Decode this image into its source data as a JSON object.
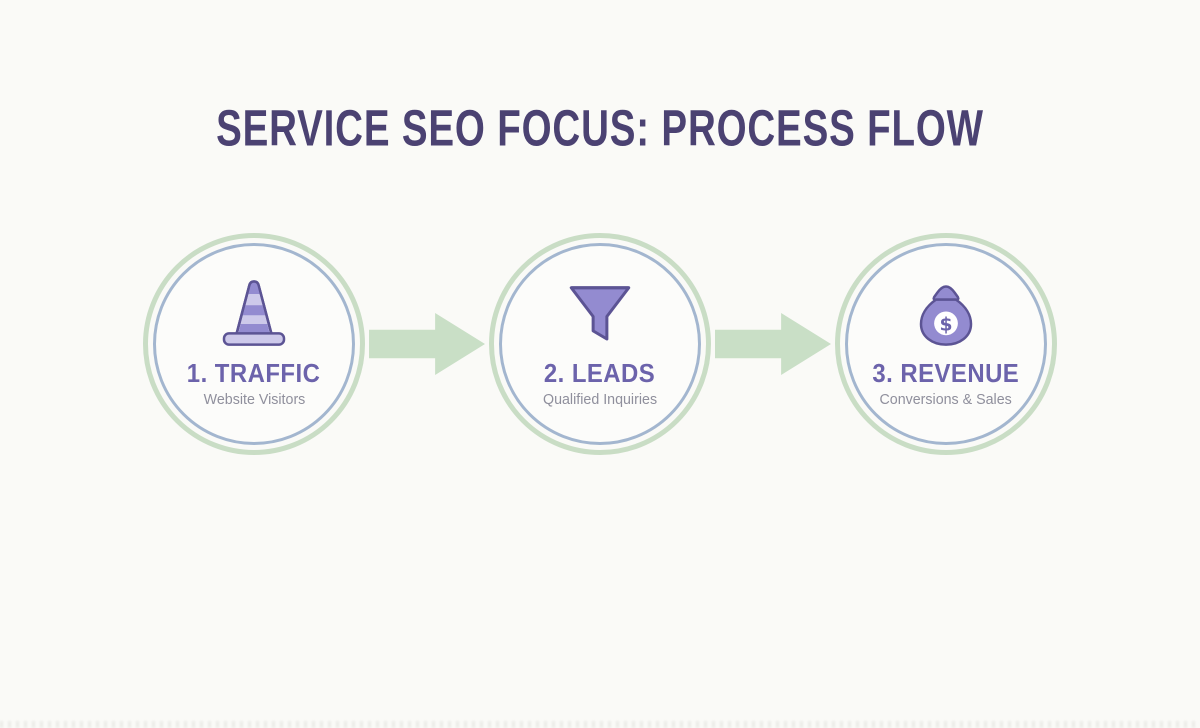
{
  "page": {
    "title": "SERVICE SEO FOCUS: PROCESS FLOW"
  },
  "steps": [
    {
      "label": "1. TRAFFIC",
      "sublabel": "Website Visitors",
      "icon": "traffic-cone-icon"
    },
    {
      "label": "2. LEADS",
      "sublabel": "Qualified Inquiries",
      "icon": "funnel-icon"
    },
    {
      "label": "3. REVENUE",
      "sublabel": "Conversions & Sales",
      "icon": "money-bag-icon"
    }
  ],
  "colors": {
    "background": "#fafaf7",
    "title_color": "#4b4272",
    "step_label_color": "#6c63ab",
    "step_sublabel_color": "#8f8f9c",
    "icon_fill": "#938bd0",
    "icon_fill_light": "#cdc9ea",
    "icon_stroke": "#5c5494",
    "ring_outer": "#c9ddc5",
    "ring_inner": "#a3b6cf",
    "arrow_color": "#c9dfc6"
  }
}
